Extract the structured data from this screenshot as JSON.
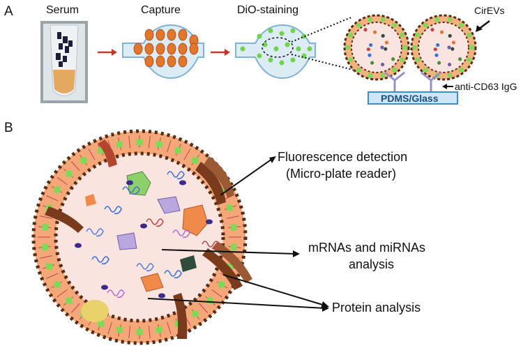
{
  "panel_a": {
    "letter": "A",
    "steps": [
      "Serum",
      "Capture",
      "DiO-staining"
    ],
    "cirevs_label": "CirEVs",
    "antibody_label": "anti-CD63 IgG",
    "substrate_label": "PDMS/Glass"
  },
  "panel_b": {
    "letter": "B",
    "annotations": {
      "fluorescence_line1": "Fluorescence detection",
      "fluorescence_line2": "(Micro-plate reader)",
      "rna_line1": "mRNAs and miRNAs",
      "rna_line2": "analysis",
      "protein": "Protein analysis"
    }
  },
  "colors": {
    "arrow_red": "#c0392b",
    "membrane_orange": "#f4a460",
    "lumen_pink": "#f9e4e0",
    "dye_green": "#7ed957",
    "substrate_blue": "#3b8ec7",
    "antibody_purple": "#9b8fc7",
    "protein_brown": "#7a3b1c"
  }
}
